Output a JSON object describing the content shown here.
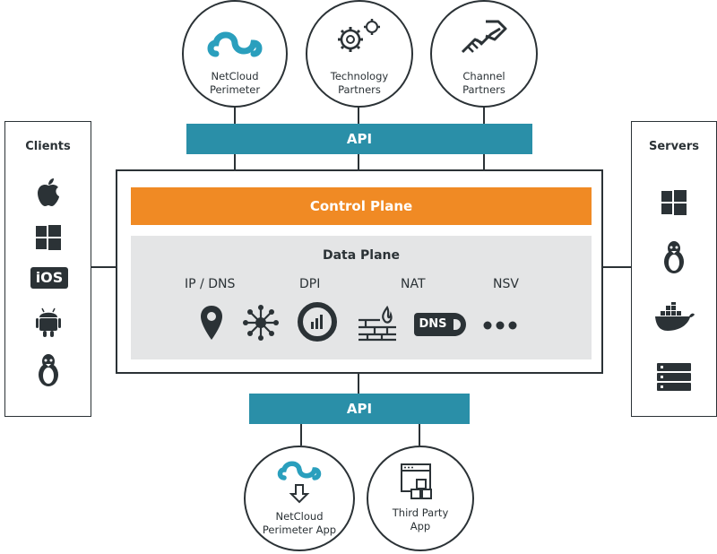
{
  "top_circles": [
    {
      "label_line1": "NetCloud",
      "label_line2": "Perimeter",
      "icon": "netcloud-logo-icon"
    },
    {
      "label_line1": "Technology",
      "label_line2": "Partners",
      "icon": "gears-icon"
    },
    {
      "label_line1": "Channel",
      "label_line2": "Partners",
      "icon": "handshake-icon"
    }
  ],
  "api_top": "API",
  "api_bottom": "API",
  "control_plane": "Control Plane",
  "data_plane": {
    "title": "Data Plane",
    "features": [
      "IP / DNS",
      "DPI",
      "NAT",
      "NSV"
    ],
    "icons": [
      "location-pin-icon",
      "network-hub-icon",
      "dpi-gauge-icon",
      "firewall-icon",
      "dns-icon",
      "more-dots-icon"
    ]
  },
  "clients": {
    "title": "Clients",
    "icons": [
      "apple-icon",
      "windows-icon",
      "ios-icon",
      "android-icon",
      "linux-icon"
    ],
    "ios_text": "iOS"
  },
  "servers": {
    "title": "Servers",
    "icons": [
      "windows-icon",
      "linux-icon",
      "docker-icon",
      "server-rack-icon"
    ]
  },
  "bottom_circles": [
    {
      "label_line1": "NetCloud",
      "label_line2": "Perimeter App",
      "icon": "netcloud-download-icon"
    },
    {
      "label_line1": "Third Party",
      "label_line2": "App",
      "icon": "app-window-icon"
    }
  ],
  "dns_text": "DNS",
  "colors": {
    "api": "#2a8fa8",
    "control_plane": "#f08a24",
    "data_plane_bg": "#e4e5e6",
    "dark": "#2b3236",
    "logo": "#2a9fbd"
  }
}
